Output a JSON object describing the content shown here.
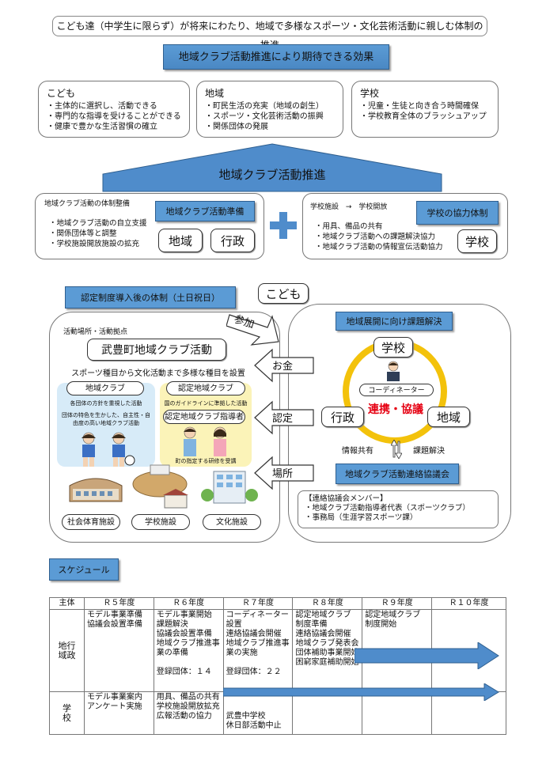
{
  "top_title": "こども達（中学生に限らず）が将来にわたり、地域で多様なスポーツ・文化芸術活動に親しむ体制の推進",
  "effects_banner": "地域クラブ活動推進により期待できる効果",
  "effects": [
    {
      "title": "こども",
      "items": [
        "主体的に選択し、活動できる",
        "専門的な指導を受けることができる",
        "健康で豊かな生活習慣の確立"
      ]
    },
    {
      "title": "地域",
      "items": [
        "町民生活の充実（地域の創生）",
        "スポーツ・文化芸術活動の振興",
        "関係団体の発展"
      ]
    },
    {
      "title": "学校",
      "items": [
        "児童・生徒と向き合う時間確保",
        "学校教育全体のブラッシュアップ"
      ]
    }
  ],
  "promotion_label": "地域クラブ活動推進",
  "left_panel": {
    "heading": "地域クラブ活動の体制整備",
    "tag": "地域クラブ活動準備",
    "items": [
      "地域クラブ活動の自立支援",
      "関係団体等と調整",
      "学校施設開放施設の拡充"
    ],
    "btn1": "地域",
    "btn2": "行政"
  },
  "plus": "+",
  "right_panel": {
    "heading_a": "学校施設",
    "arrow": "→",
    "heading_b": "学校開放",
    "tag": "学校の協力体制",
    "items": [
      "用具、備品の共有",
      "地域クラブ活動への課題解決協力",
      "地域クラブ活動の情報宣伝活動協力"
    ],
    "btn": "学校"
  },
  "system_label": "認定制度導入後の体制（土日祝日）",
  "kodomo": "こども",
  "sanka": "参加",
  "activity_place": "活動場所・活動拠点",
  "club_name": "武豊町地域クラブ活動",
  "club_sub": "スポーツ種目から文化活動まで多様な種目を設置",
  "local_club": {
    "title": "地域クラブ",
    "line1": "各団体の方針を重視した活動",
    "line2": "団体の特色を生かした、自主性・自由度の高い地域クラブ活動"
  },
  "cert_club": {
    "title": "認定地域クラブ",
    "line1": "国のガイドラインに準拠した活動",
    "leader": "認定地域クラブ指導者",
    "line2": "町の指定する研修を受講"
  },
  "facilities": [
    "社会体育施設",
    "学校施設",
    "文化施設"
  ],
  "arrows": [
    "お金",
    "認定",
    "場所"
  ],
  "issue_label": "地域展開に向け課題解決",
  "circle": {
    "top": "学校",
    "left": "行政",
    "right": "地域",
    "coordinator": "コーディネーター",
    "center": "連携・協議"
  },
  "info_share": "情報共有",
  "issue_solve": "課題解決",
  "council_label": "地域クラブ活動連絡協議会",
  "council_members": {
    "title": "【連絡協議会メンバー】",
    "items": [
      "地域クラブ活動指導者代表（スポーツクラブ）",
      "事務局（生涯学習スポーツ課）"
    ]
  },
  "schedule_label": "スケジュール",
  "schedule": {
    "headers": [
      "主体",
      "Ｒ５年度",
      "Ｒ６年度",
      "Ｒ７年度",
      "Ｒ８年度",
      "Ｒ９年度",
      "Ｒ１０年度"
    ],
    "row1_label": "地行\n域政",
    "row1": [
      [
        "モデル事業準備",
        "協議会設置準備"
      ],
      [
        "モデル事業開始",
        "課題解決",
        "協議会設置準備",
        "地域クラブ推進事業の準備",
        "",
        "登録団体：１４"
      ],
      [
        "コーディネーター設置",
        "連絡協議会開催",
        "地域クラブ推進事業の実施",
        "",
        "登録団体：２２"
      ],
      [
        "認定地域クラブ",
        "制度準備",
        "連絡協議会開催",
        "地域クラブ発表会",
        "団体補助事業開始",
        "困窮家庭補助開始"
      ],
      [
        "認定地域クラブ",
        "制度開始"
      ],
      []
    ],
    "row2_label": "学\n校",
    "row2": [
      [
        "モデル事業案内",
        "アンケート実施"
      ],
      [
        "用具、備品の共有",
        "学校施設開放拡充",
        "広報活動の協力"
      ],
      [
        "",
        "",
        "武豊中学校",
        "休日部活動中止"
      ],
      [],
      [],
      []
    ]
  }
}
